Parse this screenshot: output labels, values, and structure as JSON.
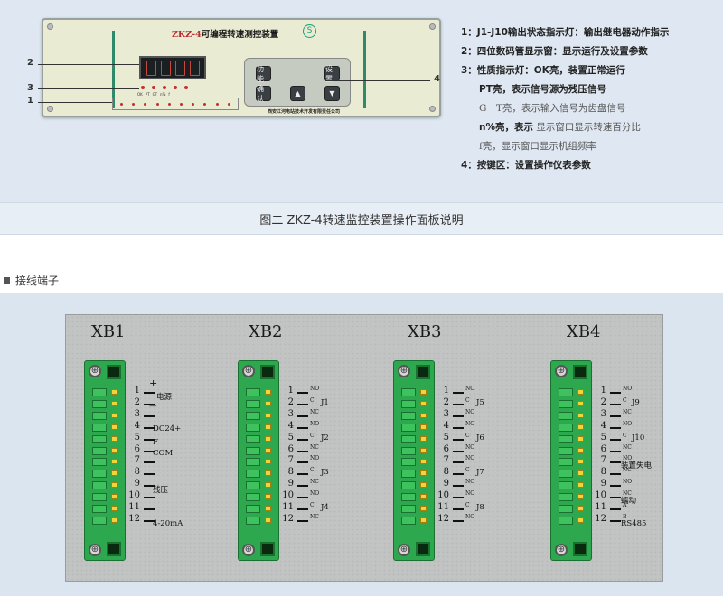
{
  "panel": {
    "title_prefix": "ZKZ-4",
    "title_main": "可编程转速测控装置",
    "company": "西安江河电站技术开发有限责任公司",
    "keys": {
      "k1": "功能",
      "k2": "设置",
      "k3": "确认"
    },
    "status_leds": [
      "OK",
      "PT",
      "GT",
      "n%",
      "f"
    ]
  },
  "callouts": {
    "c1": "1",
    "c2": "2",
    "c3": "3",
    "c4": "4"
  },
  "notes": {
    "n1": "1：J1-J10输出状态指示灯：输出继电器动作指示",
    "n2": "2：四位数码管显示窗：显示运行及设置参数",
    "n3": "3：性质指示灯：OK亮，装置正常运行",
    "n3a": "PT亮，表示信号源为残压信号",
    "n3b": "G　T亮，表示输入信号为齿盘信号",
    "n3c_bold": "n%亮，表示",
    "n3c_thin": "显示窗口显示转速百分比",
    "n3d": "f亮，显示窗口显示机组频率",
    "n4": "4：按键区：设置操作仪表参数"
  },
  "caption": "图二 ZKZ-4转速监控装置操作面板说明",
  "section_title": "接线端子",
  "terminals": {
    "xb1": {
      "title": "XB1",
      "nums": [
        "1",
        "2",
        "3",
        "4",
        "5",
        "6",
        "7",
        "8",
        "9",
        "10",
        "11",
        "12"
      ],
      "labels": {
        "plus": "+",
        "power": "电源",
        "minus": "—",
        "dc24": "DC24+",
        "f": "F",
        "com": "COM",
        "residual": "残压",
        "ma": "4-20mA"
      }
    },
    "xb2": {
      "title": "XB2",
      "nums": [
        "1",
        "2",
        "3",
        "4",
        "5",
        "6",
        "7",
        "8",
        "9",
        "10",
        "11",
        "12"
      ],
      "sm": {
        "no": "NO",
        "c": "C",
        "nc": "NC"
      },
      "relays": [
        "J1",
        "J2",
        "J3",
        "J4"
      ]
    },
    "xb3": {
      "title": "XB3",
      "nums": [
        "1",
        "2",
        "3",
        "4",
        "5",
        "6",
        "7",
        "8",
        "9",
        "10",
        "11",
        "12"
      ],
      "sm": {
        "no": "NO",
        "c": "C",
        "nc": "NC"
      },
      "relays": [
        "J5",
        "J6",
        "J7",
        "J8"
      ]
    },
    "xb4": {
      "title": "XB4",
      "nums": [
        "1",
        "2",
        "3",
        "4",
        "5",
        "6",
        "7",
        "8",
        "9",
        "10",
        "11",
        "12"
      ],
      "sm": {
        "no": "NO",
        "c": "C",
        "nc": "NC",
        "a": "A",
        "b": "B"
      },
      "relays": [
        "J9",
        "J10"
      ],
      "labels": {
        "fault": "装置失电",
        "creep": "蠕动",
        "rs485": "RS485"
      }
    }
  }
}
